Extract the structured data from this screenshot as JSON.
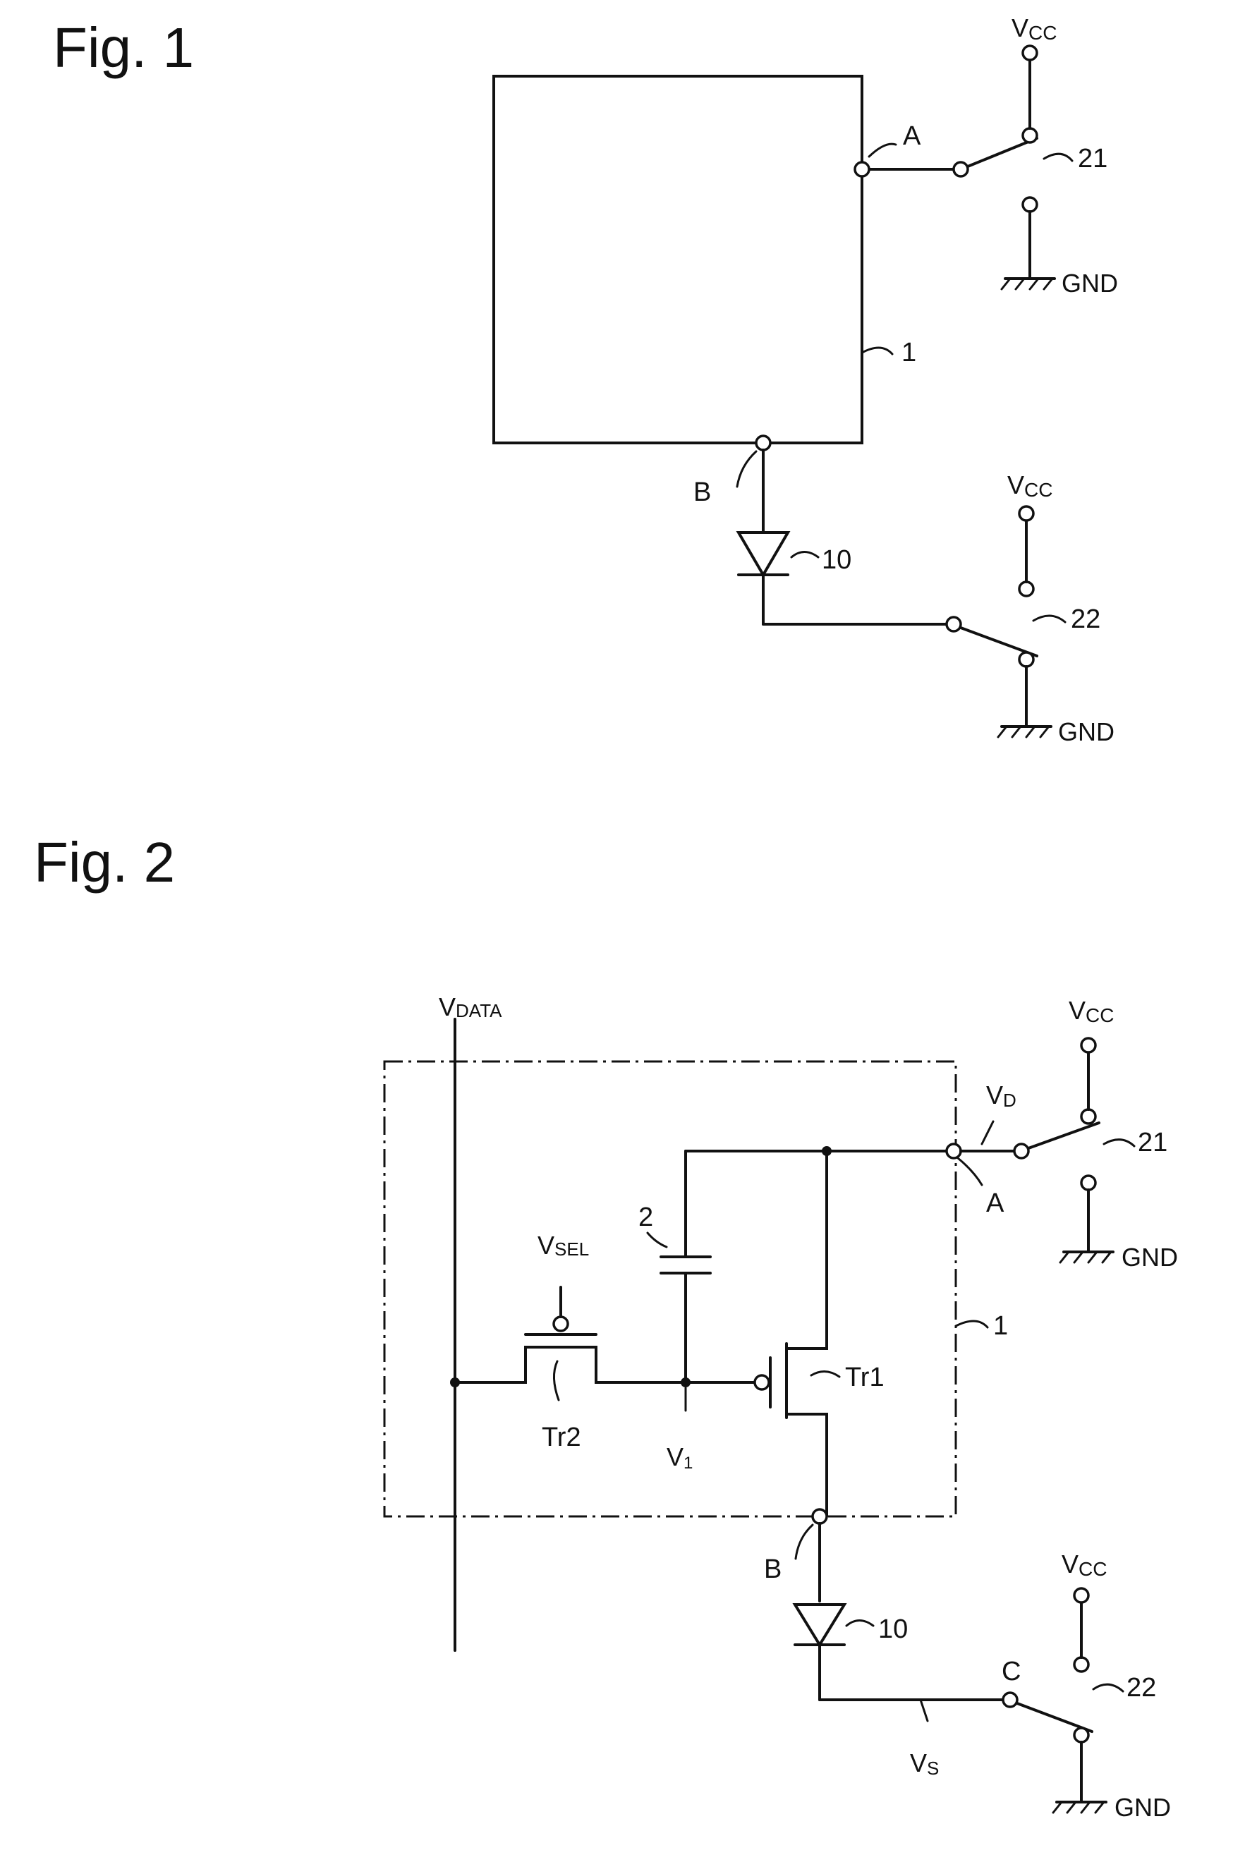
{
  "figures": [
    {
      "title": "Fig. 1",
      "labels": {
        "node_a": "A",
        "node_b": "B",
        "block_ref": "1",
        "diode_ref": "10",
        "switch1_ref": "21",
        "switch2_ref": "22",
        "vcc1": "V",
        "vcc1_sub": "CC",
        "vcc2": "V",
        "vcc2_sub": "CC",
        "gnd1": "GND",
        "gnd2": "GND"
      }
    },
    {
      "title": "Fig. 2",
      "labels": {
        "vdata": "V",
        "vdata_sub": "DATA",
        "vsel": "V",
        "vsel_sub": "SEL",
        "vd": "V",
        "vd_sub": "D",
        "v1": "V",
        "v1_sub": "1",
        "vs": "V",
        "vs_sub": "S",
        "node_a": "A",
        "node_b": "B",
        "node_c": "C",
        "cap_ref": "2",
        "block_ref": "1",
        "diode_ref": "10",
        "switch1_ref": "21",
        "switch2_ref": "22",
        "tr1": "Tr1",
        "tr2": "Tr2",
        "vcc1": "V",
        "vcc1_sub": "CC",
        "vcc2": "V",
        "vcc2_sub": "CC",
        "gnd1": "GND",
        "gnd2": "GND"
      }
    }
  ],
  "colors": {
    "ink": "#111111",
    "paper": "#ffffff"
  }
}
